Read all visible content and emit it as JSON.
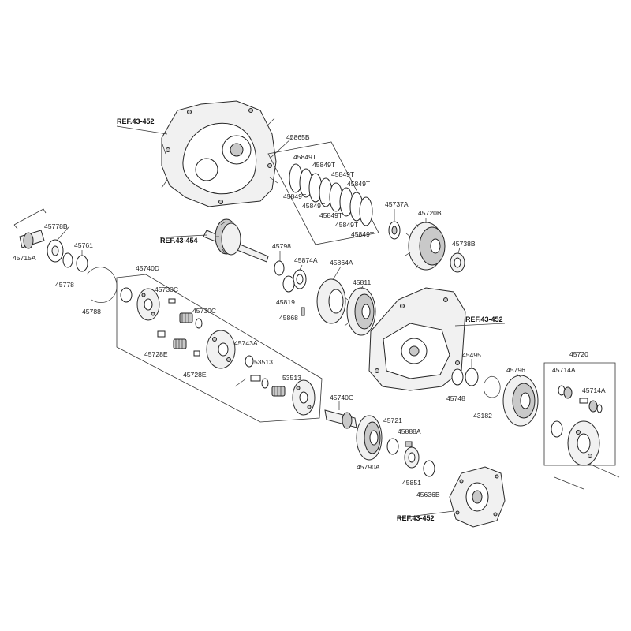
{
  "refs": {
    "ref_top": "REF.43-452",
    "ref_shaft": "REF.43-454",
    "ref_case": "REF.43-452",
    "ref_cover": "REF.43-452"
  },
  "labels": {
    "p45865B": "45865B",
    "p45849T_1": "45849T",
    "p45849T_2": "45849T",
    "p45849T_3": "45849T",
    "p45849T_4": "45849T",
    "p45849T_5": "45849T",
    "p45849T_6": "45849T",
    "p45849T_7": "45849T",
    "p45849T_8": "45849T",
    "p45849T_9": "45849T",
    "p45737A": "45737A",
    "p45720B": "45720B",
    "p45738B": "45738B",
    "p45778B": "45778B",
    "p45761": "45761",
    "p45715A": "45715A",
    "p45778": "45778",
    "p45788": "45788",
    "p45798": "45798",
    "p45874A": "45874A",
    "p45864A": "45864A",
    "p45811": "45811",
    "p45819": "45819",
    "p45868": "45868",
    "p45740D": "45740D",
    "p45730C_1": "45730C",
    "p45730C_2": "45730C",
    "p45728E_1": "45728E",
    "p45728E_2": "45728E",
    "p45743A": "45743A",
    "p53513_1": "53513",
    "p53513_2": "53513",
    "p45740G": "45740G",
    "p45721": "45721",
    "p45888A": "45888A",
    "p45790A": "45790A",
    "p45851": "45851",
    "p45636B": "45636B",
    "p45495": "45495",
    "p45748": "45748",
    "p43182": "43182",
    "p45796": "45796",
    "p45720": "45720",
    "p45714A_1": "45714A",
    "p45714A_2": "45714A"
  }
}
